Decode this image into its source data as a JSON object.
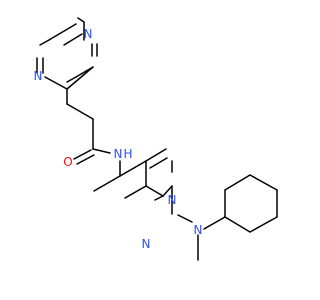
{
  "molecule": {
    "atoms": {
      "pyrazine_n1": "N",
      "pyrazine_n4": "N",
      "amide_o": "O",
      "amide_n": "N",
      "amide_h": "H",
      "pyrimidine_n1": "N",
      "pyrimidine_n3": "N",
      "amine_n": "N"
    }
  },
  "colors": {
    "bond": "#000000",
    "nitrogen": "#3050F8",
    "oxygen": "#FF0D0D",
    "background": "#ffffff"
  }
}
